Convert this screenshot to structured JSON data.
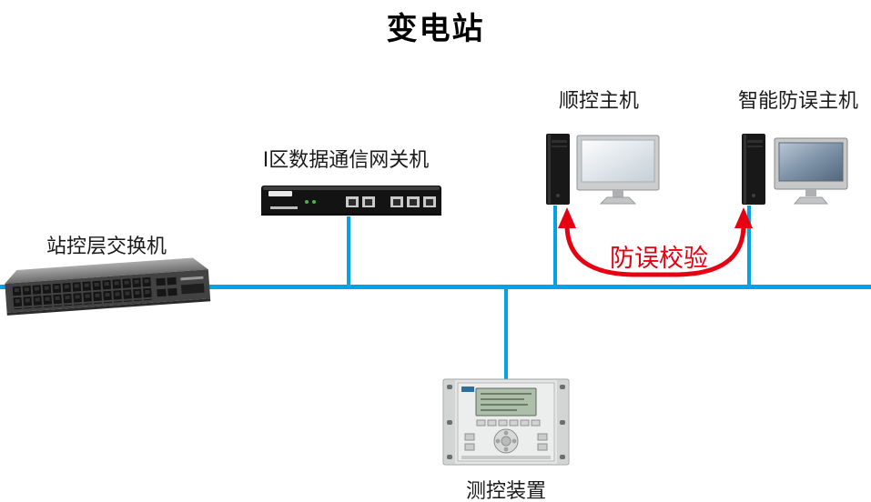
{
  "title": "变电站",
  "labels": {
    "gateway": "I区数据通信网关机",
    "switch": "站控层交换机",
    "sequence_host": "顺控主机",
    "anti_error_host": "智能防误主机",
    "anti_error_check": "防误校验",
    "measurement_device": "测控装置"
  },
  "colors": {
    "bus_line": "#00A2E8",
    "arrow_red": "#E60012",
    "text": "#000000"
  }
}
